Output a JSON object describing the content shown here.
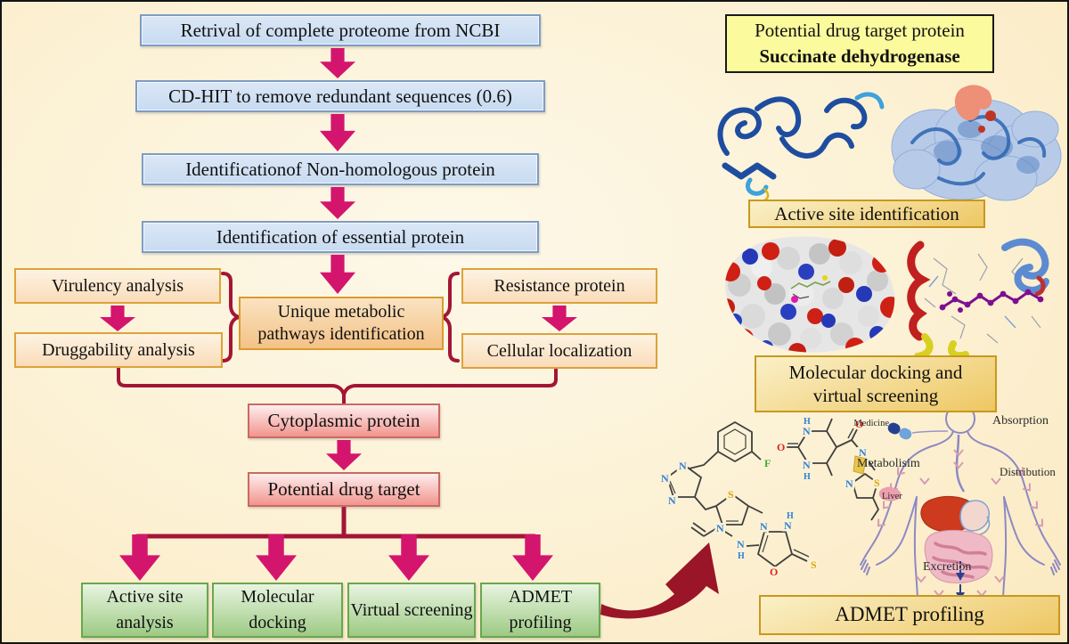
{
  "colors": {
    "arrow_magenta": "#d4156d",
    "connector_red": "#a31535",
    "curved_arrow": "#9a1527",
    "blue_box_border": "#7e9cc4",
    "green_box_border": "#69a74e",
    "yellow_label_border": "#c8981d"
  },
  "flowchart": {
    "steps": [
      "Retrival of complete proteome from NCBI",
      "CD-HIT to remove redundant sequences (0.6)",
      "Identificationof Non-homologous protein",
      "Identification of essential protein"
    ],
    "left_branch": {
      "top": "Virulency analysis",
      "bottom": "Druggability analysis"
    },
    "center_box": {
      "line1": "Unique metabolic",
      "line2": "pathways identification"
    },
    "right_branch": {
      "top": "Resistance protein",
      "bottom": "Cellular localization"
    },
    "cytoplasmic": "Cytoplasmic protein",
    "potential": "Potential drug target",
    "outputs": [
      "Active site analysis",
      "Molecular docking",
      "Virtual screening",
      "ADMET profiling"
    ]
  },
  "right_panel": {
    "target_title": "Potential drug target protein",
    "target_name": "Succinate dehydrogenase",
    "active_site_label": "Active site identification",
    "docking_label_line1": "Molecular docking and",
    "docking_label_line2": "virtual screening",
    "admet_label": "ADMET profiling",
    "body": {
      "medicine": "Medicine",
      "absorption": "Absorption",
      "metabolism": "Metabolisim",
      "liver": "Liver",
      "distribution": "Distribution",
      "excretion": "Excretion"
    }
  }
}
